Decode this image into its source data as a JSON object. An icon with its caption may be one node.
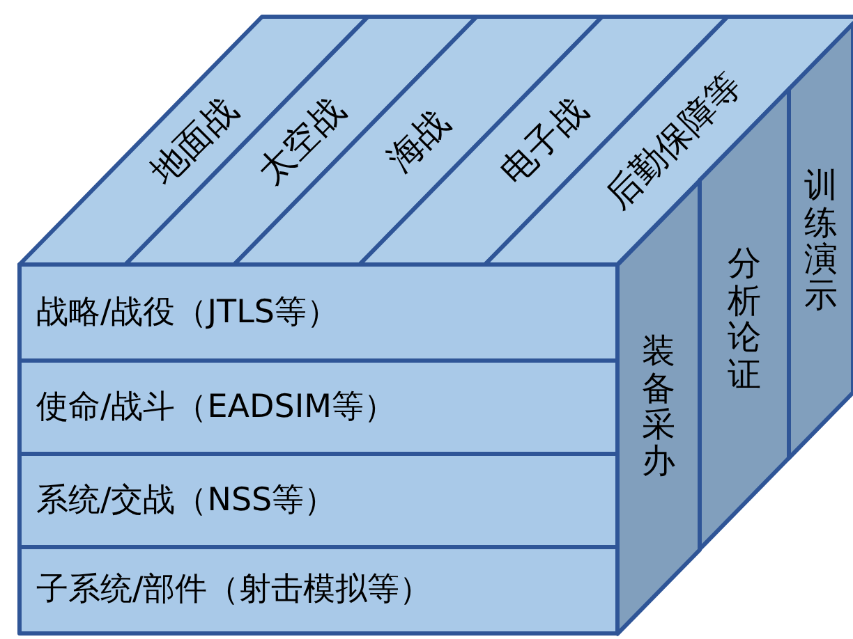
{
  "diagram": {
    "nodes": [
      {
        "text": [
          "地面战"
        ]
      },
      {
        "text": [
          "太空战"
        ]
      },
      {
        "text": [
          "海战"
        ]
      },
      {
        "text": [
          "电子战"
        ]
      },
      {
        "text": [
          "后勤保障等"
        ]
      },
      {
        "text": [
          "战略/战役（JTLS等）"
        ]
      },
      {
        "text": [
          "使命/战斗（EADSIM等）"
        ]
      },
      {
        "text": [
          "系统/交战（NSS等）"
        ]
      },
      {
        "text": [
          "子系统/部件（射击模拟等）"
        ]
      },
      {
        "text": [
          "装备采办"
        ]
      },
      {
        "text": [
          "分析论证"
        ]
      },
      {
        "text": [
          "训练演示"
        ]
      }
    ]
  }
}
